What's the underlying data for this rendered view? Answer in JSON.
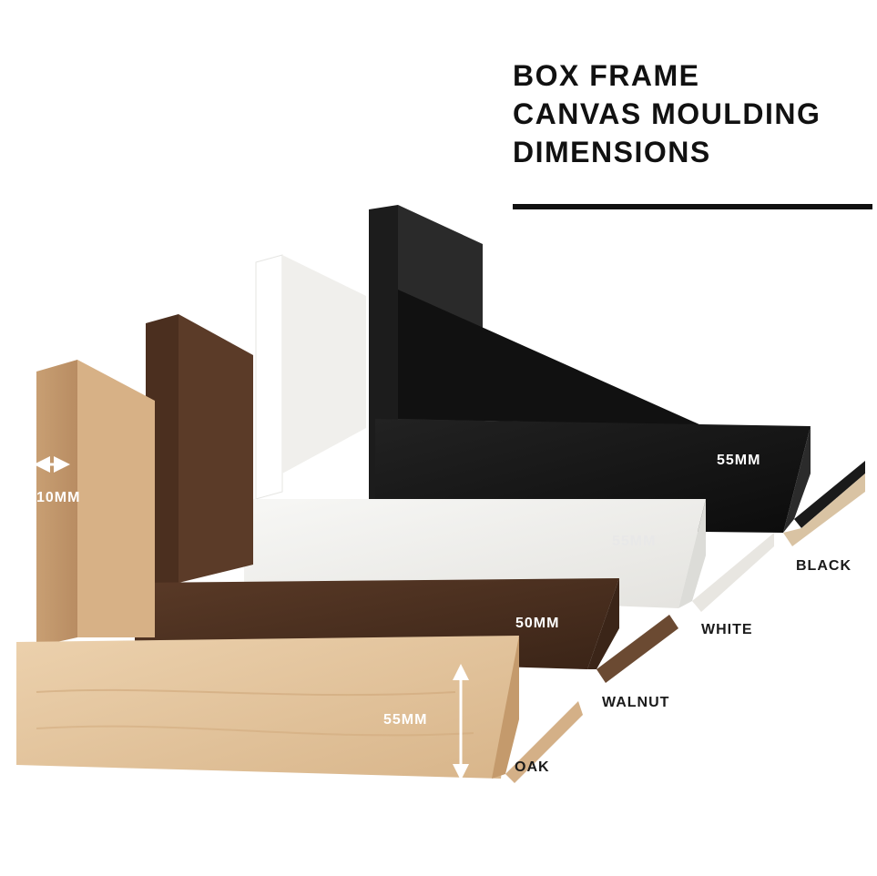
{
  "title_lines": [
    "BOX FRAME",
    "CANVAS MOULDING",
    "DIMENSIONS"
  ],
  "frames": [
    {
      "name": "OAK",
      "height_label": "55MM",
      "width_label": "10MM",
      "color": "#e3c29a"
    },
    {
      "name": "WALNUT",
      "height_label": "50MM",
      "color": "#4a2f20"
    },
    {
      "name": "WHITE",
      "height_label": "55MM",
      "color": "#f5f5f3"
    },
    {
      "name": "BLACK",
      "height_label": "55MM",
      "color": "#151515"
    }
  ],
  "colors": {
    "text": "#111111",
    "background": "#ffffff"
  }
}
